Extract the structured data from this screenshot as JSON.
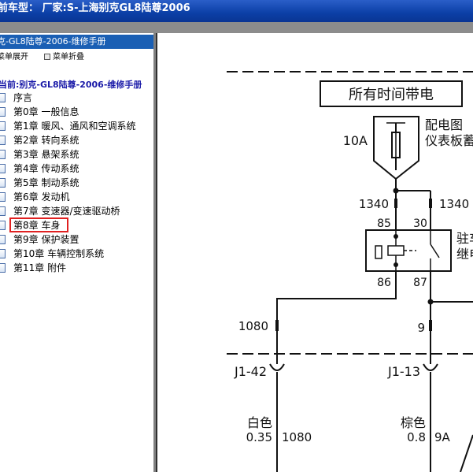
{
  "window": {
    "title": "前车型：  厂家:S-上海别克GL8陆尊2006"
  },
  "tree": {
    "header": "克-GL8陆尊-2006-维修手册",
    "expand_label": "菜单展开",
    "collapse_label": "菜单折叠",
    "current_label": "当前:别克-GL8陆尊-2006-维修手册",
    "items": [
      {
        "label": "序言"
      },
      {
        "label": "第0章 一般信息"
      },
      {
        "label": "第1章 暖风、通风和空调系统"
      },
      {
        "label": "第2章 转向系统"
      },
      {
        "label": "第3章 悬架系统"
      },
      {
        "label": "第4章 传动系统"
      },
      {
        "label": "第5章 制动系统"
      },
      {
        "label": "第6章 发动机"
      },
      {
        "label": "第7章 变速器/变速驱动桥"
      },
      {
        "label": "第8章 车身",
        "selected": true
      },
      {
        "label": "第9章 保护装置"
      },
      {
        "label": "第10章 车辆控制系统"
      },
      {
        "label": "第11章 附件"
      }
    ]
  },
  "diagram": {
    "power_box": "所有时间带电",
    "fuse_rating": "10A",
    "fuse_location_line1": "配电图",
    "fuse_location_line2": "仪表板蓄",
    "wire_1340_left": "1340",
    "wire_1340_right": "1340",
    "pin_85": "85",
    "pin_30": "30",
    "pin_86": "86",
    "pin_87": "87",
    "relay_label_line1": "驻车",
    "relay_label_line2": "继电",
    "wire_1080": "1080",
    "wire_9": "9",
    "conn_left": "J1-42",
    "conn_right": "J1-13",
    "left_wire_color": "白色",
    "left_wire_gauge": "0.35",
    "left_wire_circuit": "1080",
    "right_wire_color": "棕色",
    "right_wire_gauge": "0.8",
    "right_wire_circuit": "9A"
  }
}
